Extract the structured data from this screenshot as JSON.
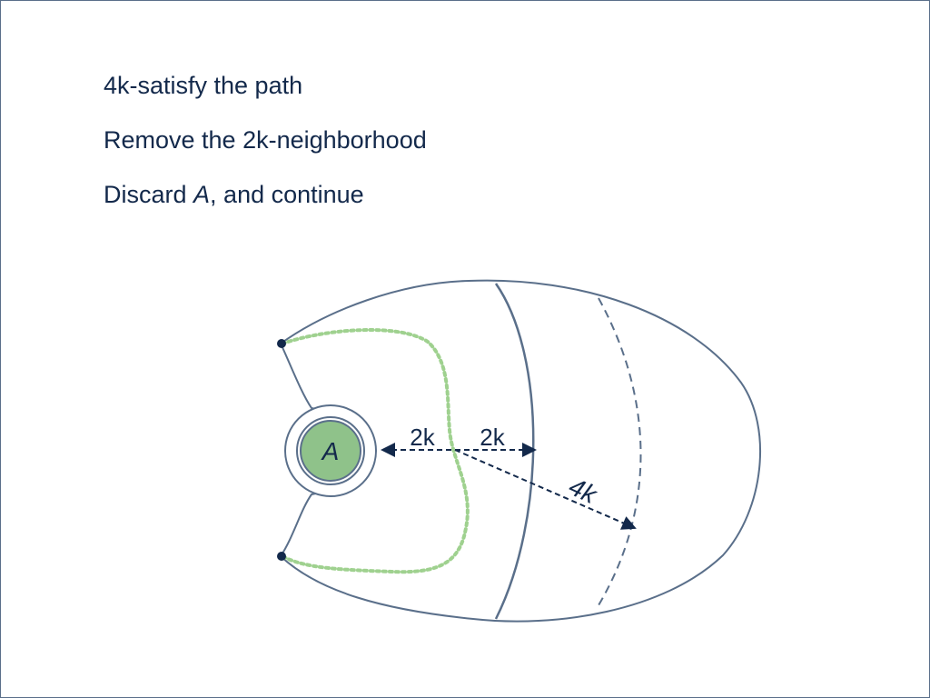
{
  "slide": {
    "bullets": {
      "line1": "4k-satisfy the path",
      "line2": "Remove the 2k-neighborhood",
      "line3_before": "Discard ",
      "line3_italic": "A",
      "line3_after": ", and continue"
    }
  },
  "figure": {
    "node_label": "A",
    "label_2k_left": "2k",
    "label_2k_right": "2k",
    "label_4k": "4k",
    "colors": {
      "outline": "#5a6f8a",
      "node_fill": "#8fc28a",
      "dotted_path": "#9fd18f",
      "arrow": "#13294b"
    }
  }
}
